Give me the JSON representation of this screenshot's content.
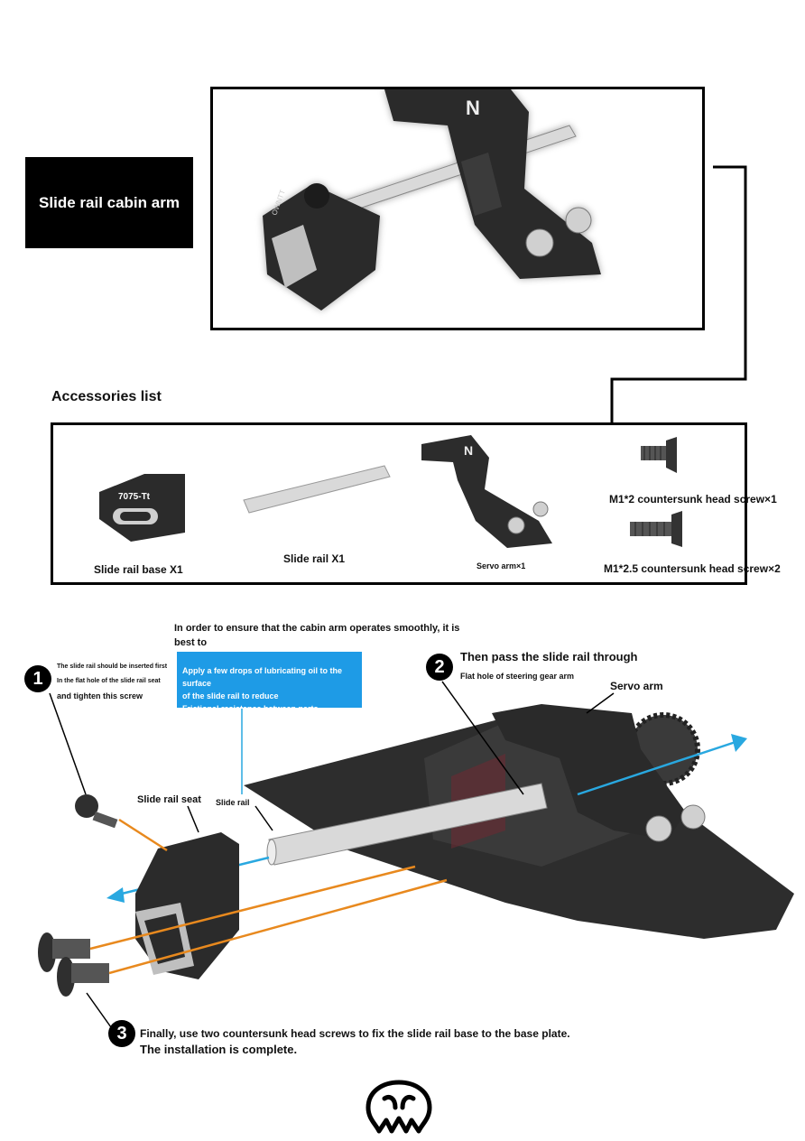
{
  "header": {
    "title": "Slide rail cabin arm"
  },
  "hero": {
    "letter": "N",
    "engraving": "OWNTT"
  },
  "accessories": {
    "title": "Accessories list",
    "items": [
      {
        "label": "Slide rail base X1",
        "engraving": "7075-Tt"
      },
      {
        "label": "Slide rail X1"
      },
      {
        "label": "Servo arm×1",
        "letter": "N"
      },
      {
        "label": "M1*2 countersunk head screw×1"
      },
      {
        "label": "M1*2.5 countersunk head screw×2"
      }
    ]
  },
  "instructions": {
    "intro_line1": "In order to ensure that the cabin arm operates smoothly, it is",
    "intro_line2": "best to",
    "note_lines": [
      "Apply a few drops of lubricating oil to the surface",
      "of the slide rail to reduce",
      "Frictional resistance between parts."
    ],
    "step1": {
      "number": "1",
      "line1": "The slide rail should be inserted first",
      "line2": "In the flat hole of the slide rail seat",
      "line3": "and tighten this screw"
    },
    "step2": {
      "number": "2",
      "title": "Then pass the slide rail through",
      "subtitle": "Flat hole of steering gear arm"
    },
    "step3": {
      "number": "3",
      "line1": "Finally, use two countersunk head screws to fix the slide rail base to the base plate.",
      "line2": "The installation is complete."
    },
    "callouts": {
      "servo_arm": "Servo arm",
      "slide_rail_seat": "Slide rail seat",
      "slide_rail": "Slide rail"
    }
  },
  "colors": {
    "accent_blue": "#1e9be6",
    "orange": "#e8891e",
    "part_dark": "#2b2b2b",
    "rail_silver": "#d8d8d8"
  }
}
